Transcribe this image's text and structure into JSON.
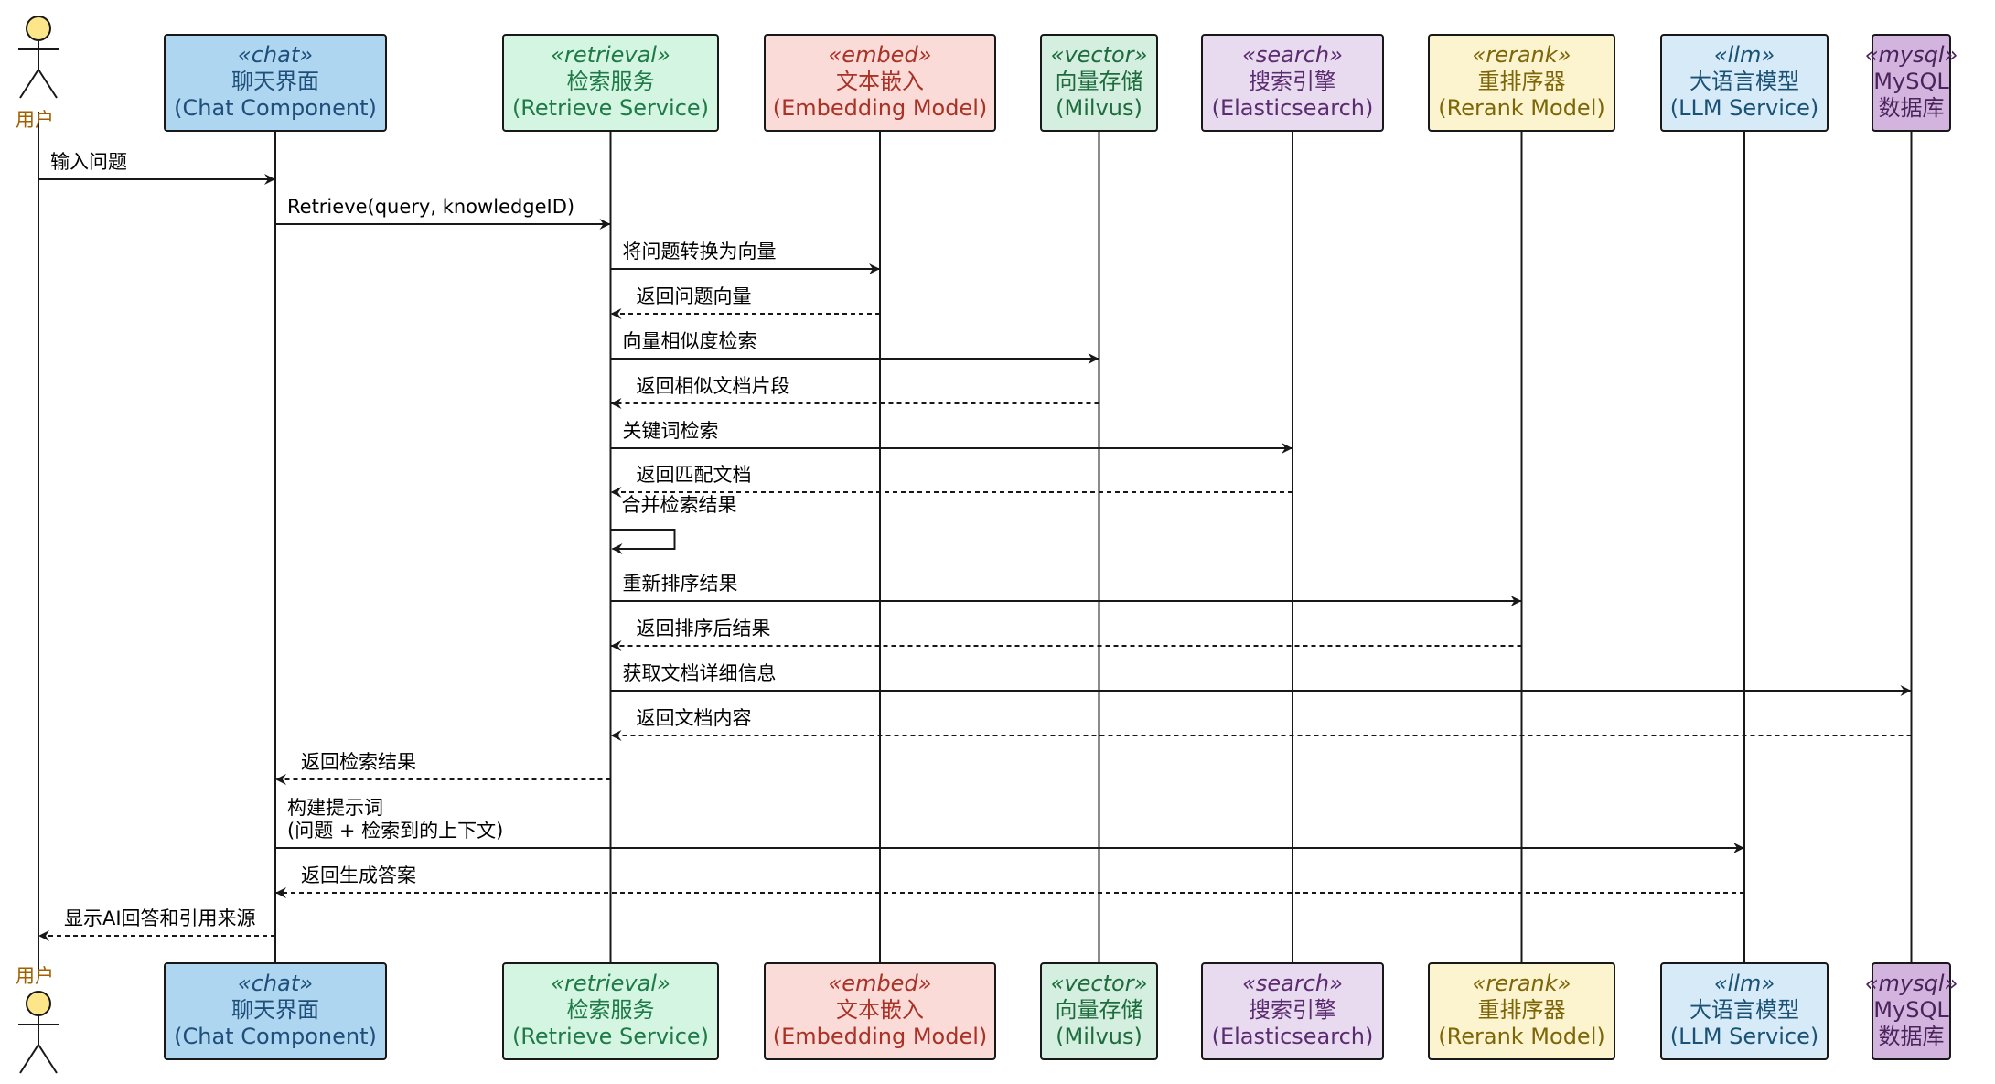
{
  "actor": {
    "label": "用户",
    "label_color": "#a06000",
    "fill": "#fde68a"
  },
  "participants": [
    {
      "id": "chat",
      "stereotype": "«chat»",
      "name": "聊天界面",
      "subname": "(Chat Component)",
      "fill": "#aed6f1",
      "text": "#1f4e79",
      "icon": "chat-box"
    },
    {
      "id": "retrieval",
      "stereotype": "«retrieval»",
      "name": "检索服务",
      "subname": "(Retrieve Service)",
      "fill": "#d5f5e3",
      "text": "#1e7a46",
      "icon": "retrieval-box"
    },
    {
      "id": "embed",
      "stereotype": "«embed»",
      "name": "文本嵌入",
      "subname": "(Embedding Model)",
      "fill": "#fadbd8",
      "text": "#a93226",
      "icon": "embed-box"
    },
    {
      "id": "vector",
      "stereotype": "«vector»",
      "name": "向量存储",
      "subname": "(Milvus)",
      "fill": "#d4efdf",
      "text": "#1e6b3e",
      "icon": "vector-box"
    },
    {
      "id": "search",
      "stereotype": "«search»",
      "name": "搜索引擎",
      "subname": "(Elasticsearch)",
      "fill": "#e8daef",
      "text": "#5b2c6f",
      "icon": "search-box"
    },
    {
      "id": "rerank",
      "stereotype": "«rerank»",
      "name": "重排序器",
      "subname": "(Rerank Model)",
      "fill": "#fcf3cf",
      "text": "#7d6608",
      "icon": "rerank-box"
    },
    {
      "id": "llm",
      "stereotype": "«llm»",
      "name": "大语言模型",
      "subname": "(LLM Service)",
      "fill": "#d6eaf8",
      "text": "#1a5276",
      "icon": "llm-box"
    },
    {
      "id": "mysql",
      "stereotype": "«mysql»",
      "name": "MySQL",
      "subname": "数据库",
      "fill": "#d2b4de",
      "text": "#4a235a",
      "icon": "mysql-box"
    }
  ],
  "messages": [
    {
      "from": "user",
      "to": "chat",
      "kind": "call",
      "lines": [
        "输入问题"
      ]
    },
    {
      "from": "chat",
      "to": "retrieval",
      "kind": "call",
      "lines": [
        "Retrieve(query, knowledgeID)"
      ]
    },
    {
      "from": "retrieval",
      "to": "embed",
      "kind": "call",
      "lines": [
        "将问题转换为向量"
      ]
    },
    {
      "from": "embed",
      "to": "retrieval",
      "kind": "reply",
      "lines": [
        "返回问题向量"
      ]
    },
    {
      "from": "retrieval",
      "to": "vector",
      "kind": "call",
      "lines": [
        "向量相似度检索"
      ]
    },
    {
      "from": "vector",
      "to": "retrieval",
      "kind": "reply",
      "lines": [
        "返回相似文档片段"
      ]
    },
    {
      "from": "retrieval",
      "to": "search",
      "kind": "call",
      "lines": [
        "关键词检索"
      ]
    },
    {
      "from": "search",
      "to": "retrieval",
      "kind": "reply",
      "lines": [
        "返回匹配文档"
      ]
    },
    {
      "from": "retrieval",
      "to": "retrieval",
      "kind": "self",
      "lines": [
        "合并检索结果"
      ]
    },
    {
      "from": "retrieval",
      "to": "rerank",
      "kind": "call",
      "lines": [
        "重新排序结果"
      ]
    },
    {
      "from": "rerank",
      "to": "retrieval",
      "kind": "reply",
      "lines": [
        "返回排序后结果"
      ]
    },
    {
      "from": "retrieval",
      "to": "mysql",
      "kind": "call",
      "lines": [
        "获取文档详细信息"
      ]
    },
    {
      "from": "mysql",
      "to": "retrieval",
      "kind": "reply",
      "lines": [
        "返回文档内容"
      ]
    },
    {
      "from": "retrieval",
      "to": "chat",
      "kind": "reply",
      "lines": [
        "返回检索结果"
      ]
    },
    {
      "from": "chat",
      "to": "llm",
      "kind": "call",
      "lines": [
        "构建提示词",
        "(问题 + 检索到的上下文)"
      ]
    },
    {
      "from": "llm",
      "to": "chat",
      "kind": "reply",
      "lines": [
        "返回生成答案"
      ]
    },
    {
      "from": "chat",
      "to": "user",
      "kind": "reply",
      "lines": [
        "显示AI回答和引用来源"
      ]
    }
  ]
}
